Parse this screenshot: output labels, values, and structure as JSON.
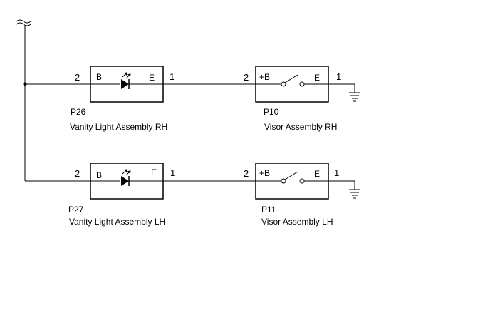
{
  "circuits": [
    {
      "light": {
        "code": "P26",
        "name": "Vanity Light Assembly RH",
        "terminal_left": "B",
        "terminal_right": "E",
        "pin_in": "2",
        "pin_out": "1"
      },
      "switch": {
        "code": "P10",
        "name": "Visor Assembly RH",
        "terminal_left": "+B",
        "terminal_right": "E",
        "pin_in": "2",
        "pin_out": "1"
      }
    },
    {
      "light": {
        "code": "P27",
        "name": "Vanity Light Assembly LH",
        "terminal_left": "B",
        "terminal_right": "E",
        "pin_in": "2",
        "pin_out": "1"
      },
      "switch": {
        "code": "P11",
        "name": "Visor Assembly LH",
        "terminal_left": "+B",
        "terminal_right": "E",
        "pin_in": "2",
        "pin_out": "1"
      }
    }
  ]
}
